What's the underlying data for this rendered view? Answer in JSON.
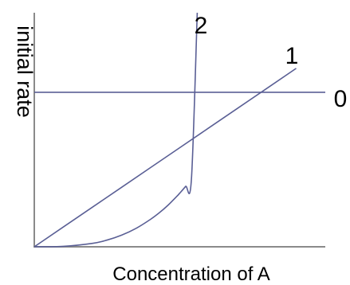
{
  "chart_data": {
    "type": "line",
    "title": "",
    "xlabel": "Concentration of A",
    "ylabel": "initial rate",
    "xlim": [
      0,
      1
    ],
    "ylim": [
      0,
      1
    ],
    "grid": false,
    "legend": "none",
    "line_color": "#5a5f95",
    "axis_color": "#8a8a8a",
    "series": [
      {
        "name": "0",
        "x": [
          0,
          1
        ],
        "y": [
          0.66,
          0.66
        ]
      },
      {
        "name": "1",
        "x": [
          0,
          0.1,
          0.2,
          0.3,
          0.4,
          0.5,
          0.6,
          0.7,
          0.8,
          0.9
        ],
        "y": [
          0,
          0.0847,
          0.1694,
          0.2541,
          0.3388,
          0.4235,
          0.5082,
          0.5929,
          0.6776,
          0.7623
        ]
      },
      {
        "name": "2",
        "x": [
          0,
          0.1,
          0.2,
          0.25,
          0.3,
          0.35,
          0.4,
          0.43,
          0.46,
          0.49,
          0.5,
          0.52,
          0.54,
          0.56
        ],
        "y": [
          0,
          0.002,
          0.0147,
          0.0287,
          0.0497,
          0.0789,
          0.1178,
          0.1457,
          0.1782,
          0.2156,
          0.2293,
          0.2579,
          0.2888,
          1.0
        ]
      }
    ]
  }
}
